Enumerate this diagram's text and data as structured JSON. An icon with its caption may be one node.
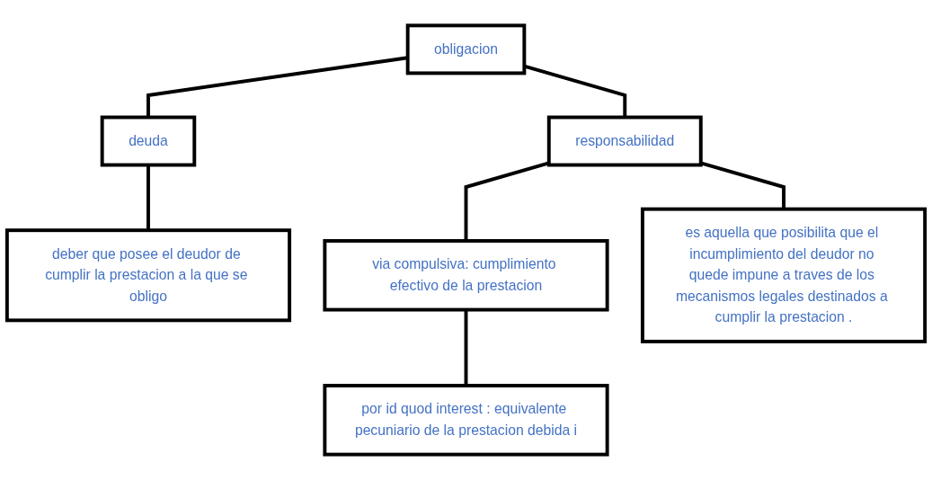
{
  "diagram": {
    "nodes": [
      {
        "text": [
          "obligacion"
        ]
      },
      {
        "text": [
          "deuda"
        ]
      },
      {
        "text": [
          "responsabilidad"
        ]
      },
      {
        "text": [
          "via compulsiva: cumplimiento efectivo de la prestacion"
        ]
      },
      {
        "text": [
          "por id quod interest : equivalente pecuniario de la prestacion debida i"
        ]
      },
      {
        "text": [
          "deber que posee el deudor de cumplir la prestacion a la que se obligo"
        ]
      },
      {
        "text": [
          "es aquella que posibilita que el incumplimiento del deudor no quede impune a traves de los mecanismos legales destinados a cumplir la prestacion ."
        ]
      }
    ],
    "edges": [
      {
        "from": 0,
        "to": 1,
        "arrow": "none"
      },
      {
        "from": 0,
        "to": 2,
        "arrow": "none"
      },
      {
        "from": 2,
        "to": 3,
        "arrow": "none"
      },
      {
        "from": 3,
        "to": 4,
        "arrow": "none"
      },
      {
        "from": 1,
        "to": 5,
        "arrow": "none"
      },
      {
        "from": 2,
        "to": 6,
        "arrow": "none"
      }
    ]
  }
}
